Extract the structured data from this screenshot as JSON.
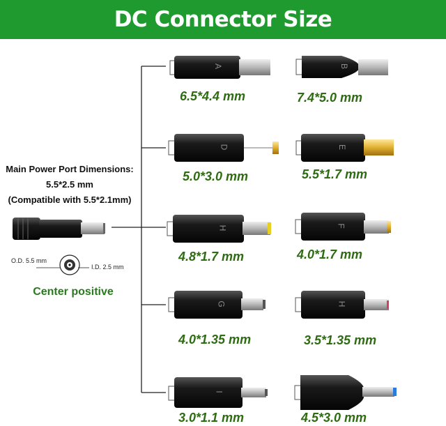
{
  "title": "DC Connector Size",
  "main_port": {
    "line1": "Main Power Port Dimensions:",
    "line2": "5.5*2.5 mm",
    "line3": "(Compatible with 5.5*2.1mm)",
    "od_label": "O.D.  5.5 mm",
    "id_label": "I.D.  2.5 mm",
    "polarity": "Center positive"
  },
  "connectors": [
    {
      "letter": "A",
      "size": "6.5*4.4 mm"
    },
    {
      "letter": "B",
      "size": "7.4*5.0 mm"
    },
    {
      "letter": "D",
      "size": "5.0*3.0 mm"
    },
    {
      "letter": "E",
      "size": "5.5*1.7 mm"
    },
    {
      "letter": "H",
      "size": "4.8*1.7 mm"
    },
    {
      "letter": "F",
      "size": "4.0*1.7 mm"
    },
    {
      "letter": "G",
      "size": "4.0*1.35 mm"
    },
    {
      "letter": "H",
      "size": "3.5*1.35 mm"
    },
    {
      "letter": "I",
      "size": "3.0*1.1 mm"
    },
    {
      "letter": "",
      "size": "4.5*3.0 mm"
    }
  ],
  "colors": {
    "banner": "#1f9a2f",
    "size_text": "#2e6b13",
    "polarity_text": "#2a7a1f"
  }
}
